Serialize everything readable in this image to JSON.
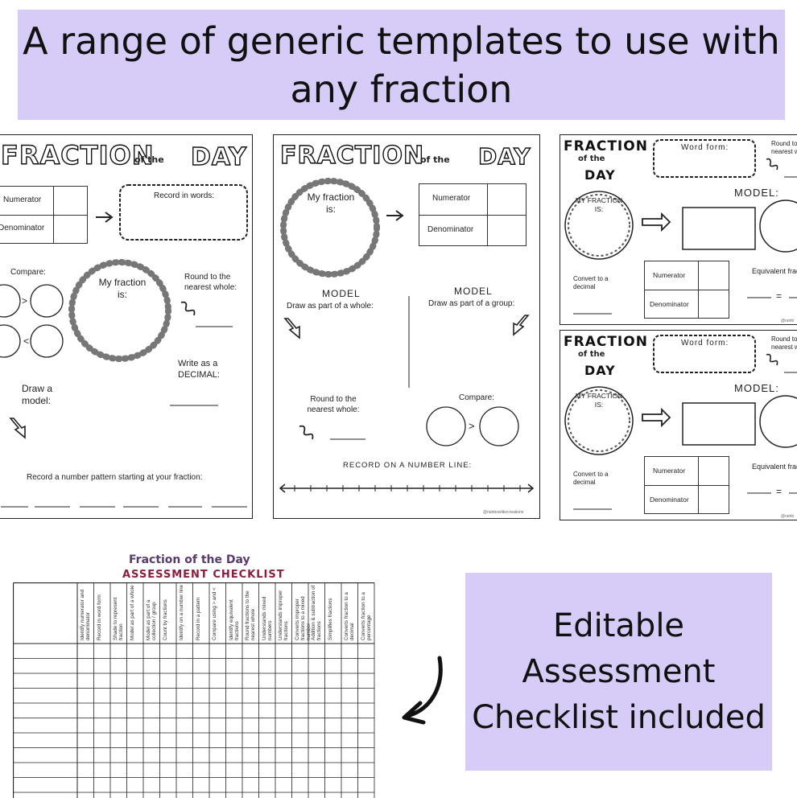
{
  "banner_top": "A range of generic templates to use with any fraction",
  "banner_right": "Editable Assessment Checklist included",
  "sheet1": {
    "title_main": "FRACTION",
    "title_of": "of the",
    "title_day": "DAY",
    "numerator": "Numerator",
    "denominator": "Denominator",
    "record_words": "Record in words:",
    "compare": "Compare:",
    "gt": ">",
    "lt": "<",
    "my_fraction": "My fraction is:",
    "round": "Round to the nearest whole:",
    "write_decimal": "Write as a DECIMAL:",
    "draw_model": "Draw a model:",
    "pattern": "Record a number pattern starting at your fraction:"
  },
  "sheet2": {
    "title_main": "FRACTION",
    "title_of": "of the",
    "title_day": "DAY",
    "my_fraction": "My fraction is:",
    "numerator": "Numerator",
    "denominator": "Denominator",
    "model1": "MODEL",
    "model1_sub": "Draw as part of a whole:",
    "model2": "MODEL",
    "model2_sub": "Draw as part of a group:",
    "round": "Round to the nearest whole:",
    "compare": "Compare:",
    "gt": ">",
    "number_line": "RECORD ON A NUMBER LINE:",
    "credit": "@rainbowlikecreations"
  },
  "sheet3": {
    "title_main": "FRACTION",
    "title_of": "of the",
    "title_day": "DAY",
    "word_form": "Word form:",
    "round_partial": "Round to nearest w",
    "my_fraction": "MY FRACTION IS:",
    "model": "MODEL:",
    "convert": "Convert to a decimal",
    "numerator": "Numerator",
    "denominator": "Denominator",
    "equivalent": "Equivalent frac",
    "eq_sign": "=",
    "credit": "@rainb"
  },
  "sheet4": {
    "title_main": "FRACTION",
    "title_of": "of the",
    "title_day": "DAY",
    "word_form": "Word form:",
    "round_partial": "Round to nearest w",
    "my_fraction": "MY FRACTION IS:",
    "model": "MODEL:",
    "convert": "Convert to a decimal",
    "numerator": "Numerator",
    "denominator": "Denominator",
    "equivalent": "Equivalent frac",
    "eq_sign": "=",
    "credit": "@rainb"
  },
  "checklist": {
    "title1": "Fraction of the Day",
    "title2": "ASSESSMENT CHECKLIST",
    "columns": [
      "Identify numerator and denominator",
      "Record in word form",
      "Shade to represent fraction",
      "Model as part of a whole",
      "Model as part of a collection / group",
      "Count by fractions",
      "Identify on a number line",
      "Record in a pattern",
      "Compare using > and <",
      "Identify equivalent fractions",
      "Round fractions to the nearest whole",
      "Understands mixed numbers",
      "Understands improper fractions",
      "Converts improper fractions to a mixed number",
      "Addition & subtraction of fractions",
      "Simplifies fractions",
      "Converts fraction to a decimal",
      "Converts fraction to a percentage"
    ]
  },
  "icons": [
    "arrow-right-icon",
    "curly-arrow-icon",
    "down-arrow-icon",
    "big-curved-arrow-icon"
  ]
}
